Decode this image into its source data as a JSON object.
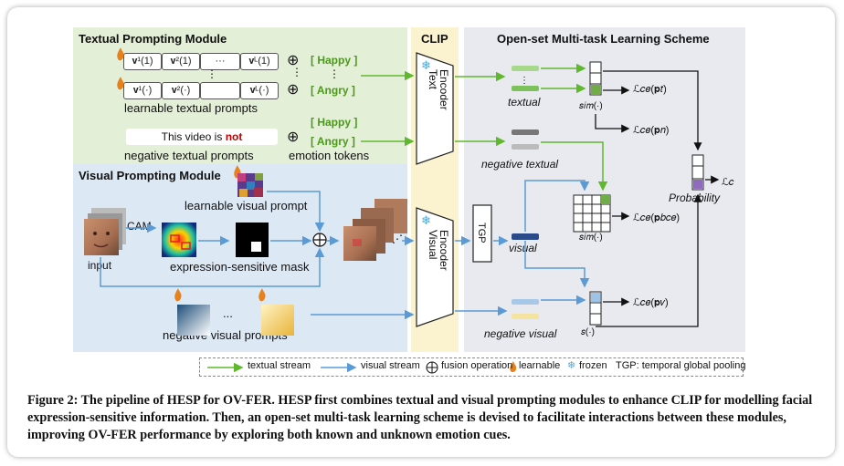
{
  "modules": {
    "textual_title": "Textual Prompting Module",
    "visual_title": "Visual Prompting Module",
    "clip_title": "CLIP",
    "scheme_title": "Open-set Multi-task Learning Scheme"
  },
  "textual": {
    "prompt_row1": [
      "𝐯¹(1)",
      "𝐯²(1)",
      "···",
      "𝐯ᴸ(1)"
    ],
    "prompt_row2": [
      "𝐯¹(·)",
      "𝐯²(·)",
      "",
      "𝐯ᴸ(·)"
    ],
    "emotion1": "[ Happy ]",
    "emotion2": "[ Angry ]",
    "emotion3": "[ Happy ]",
    "emotion4": "[ Angry ]",
    "learnable_label": "learnable textual prompts",
    "negative_text_prefix": "This video is ",
    "negative_text_not": "not",
    "negative_label": "negative textual prompts",
    "emotion_tokens_label": "emotion tokens",
    "vdots": "⋮"
  },
  "visual": {
    "learnable_label": "learnable visual prompt",
    "cam_label": "CAM",
    "input_label": "input",
    "mask_label": "expression-sensitive mask",
    "negative_label": "negative visual prompts",
    "ellipsis": "..."
  },
  "encoders": {
    "text": "Text Encoder",
    "visual": "Visual Encoder",
    "tgp": "TGP"
  },
  "scheme": {
    "textual_label": "textual",
    "negative_textual_label": "negative textual",
    "visual_label": "visual",
    "negative_visual_label": "negative visual",
    "probability_label": "Probability",
    "loss1": "ℒ𝑐𝑒(𝐩𝑡)",
    "loss2": "ℒ𝑐𝑒(𝐩𝑛)",
    "loss3": "ℒ𝑐𝑒(𝐩𝑏𝑐𝑒)",
    "loss4": "ℒ𝑐𝑒(𝐩𝑣)",
    "loss_final": "ℒ𝑐",
    "sim1": "𝑠𝑖𝑚(·)",
    "sim2": "𝑠𝑖𝑚(·)",
    "sim3": "𝑠(·)"
  },
  "legend": {
    "textual_stream": "textual stream",
    "visual_stream": "visual stream",
    "fusion": "fusion operation",
    "learnable": "learnable",
    "frozen": "frozen",
    "tgp": "TGP: temporal global pooling"
  },
  "caption": "Figure 2: The pipeline of HESP for OV-FER. HESP first combines textual and visual prompting modules to enhance CLIP for modelling facial expression-sensitive information. Then, an open-set multi-task learning scheme is devised to facilitate interactions between these modules, improving OV-FER performance by exploring both known and unknown emotion cues.",
  "colors": {
    "textual_bg": "#e3efd6",
    "visual_bg": "#dde8f5",
    "clip_bg": "#fbf3d0",
    "scheme_bg": "#e8eaef",
    "green_arrow": "#5fb82e",
    "blue_arrow": "#5b9bd5"
  }
}
